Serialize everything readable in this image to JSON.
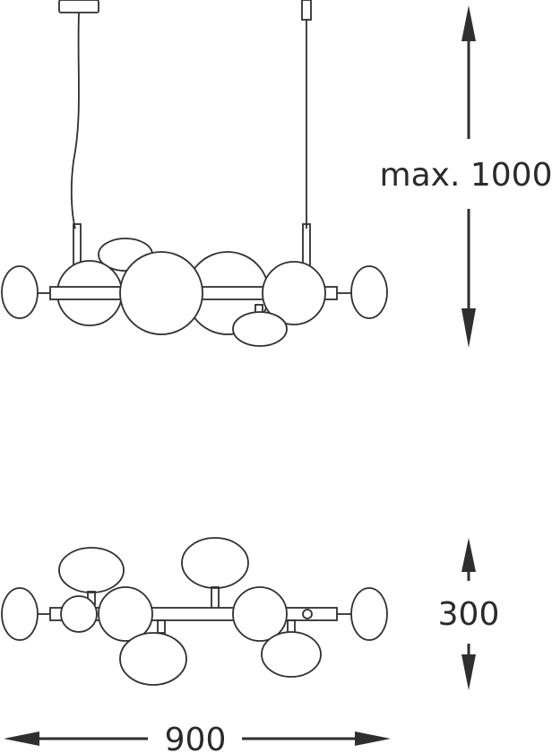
{
  "dimensions": {
    "height_label": "max. 1000",
    "depth_label": "300",
    "width_label": "900"
  },
  "colors": {
    "line": "#2f2f2f",
    "background": "#ffffff"
  }
}
